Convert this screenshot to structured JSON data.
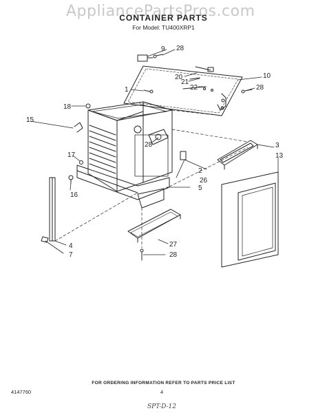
{
  "watermark": "AppliancePartsPros.com",
  "header": {
    "title": "CONTAINER PARTS",
    "subtitle": "For Model: TU400XRP1"
  },
  "callouts": [
    "1",
    "2",
    "3",
    "4",
    "5",
    "7",
    "9",
    "10",
    "13",
    "15",
    "16",
    "17",
    "18",
    "20",
    "21",
    "22",
    "26",
    "27",
    "28"
  ],
  "footer": {
    "ordering_note": "FOR ORDERING INFORMATION REFER TO PARTS PRICE LIST",
    "doc_number": "4147760",
    "page_number": "4",
    "handwritten": "SPT-D-12"
  },
  "colors": {
    "line": "#222222",
    "watermark": "#c8c8c8",
    "background": "#ffffff"
  }
}
